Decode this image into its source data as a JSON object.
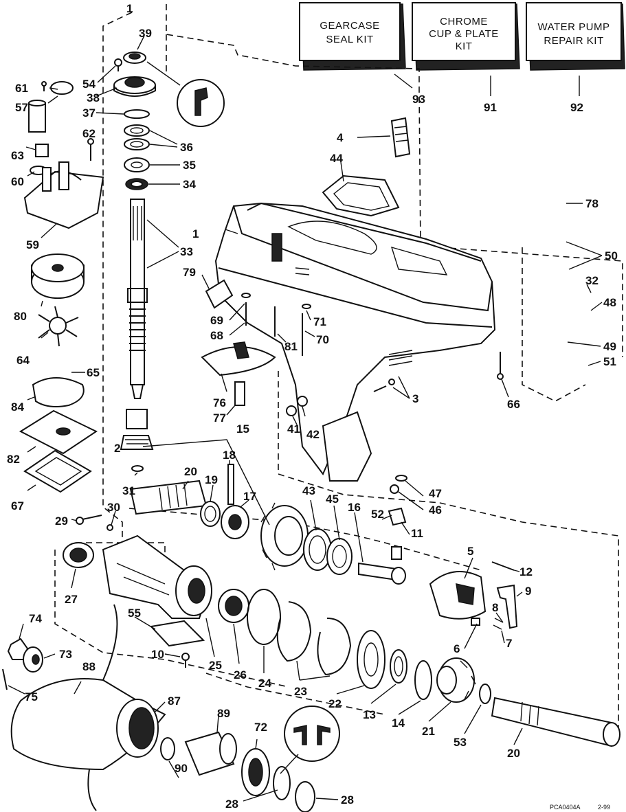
{
  "kits": [
    {
      "id": "gearcase-seal-kit",
      "lines": [
        "GEARCASE",
        "SEAL KIT"
      ],
      "number": "93"
    },
    {
      "id": "chrome-cup-plate-kit",
      "lines": [
        "CHROME",
        "CUP & PLATE",
        "KIT"
      ],
      "number": "91"
    },
    {
      "id": "water-pump-repair-kit",
      "lines": [
        "WATER PUMP",
        "REPAIR KIT"
      ],
      "number": "92"
    }
  ],
  "callouts": {
    "c1a": "1",
    "c1b": "1",
    "c2": "2",
    "c3": "3",
    "c4": "4",
    "c5": "5",
    "c6": "6",
    "c7": "7",
    "c8": "8",
    "c9": "9",
    "c10": "10",
    "c11": "11",
    "c12": "12",
    "c13": "13",
    "c14": "14",
    "c15": "15",
    "c16": "16",
    "c17": "17",
    "c18": "18",
    "c19": "19",
    "c20a": "20",
    "c20b": "20",
    "c21": "21",
    "c22": "22",
    "c23": "23",
    "c24": "24",
    "c25": "25",
    "c26": "26",
    "c27": "27",
    "c28a": "28",
    "c28b": "28",
    "c29": "29",
    "c30": "30",
    "c31": "31",
    "c32": "32",
    "c33": "33",
    "c34": "34",
    "c35": "35",
    "c36": "36",
    "c37": "37",
    "c38": "38",
    "c39": "39",
    "c41": "41",
    "c42": "42",
    "c43": "43",
    "c44": "44",
    "c45": "45",
    "c46": "46",
    "c47": "47",
    "c48": "48",
    "c49": "49",
    "c50": "50",
    "c51": "51",
    "c52": "52",
    "c53": "53",
    "c54": "54",
    "c55": "55",
    "c57": "57",
    "c59": "59",
    "c60": "60",
    "c61": "61",
    "c62": "62",
    "c63": "63",
    "c64": "64",
    "c65": "65",
    "c66": "66",
    "c67": "67",
    "c68": "68",
    "c69": "69",
    "c70": "70",
    "c71": "71",
    "c72": "72",
    "c73": "73",
    "c74": "74",
    "c75": "75",
    "c76": "76",
    "c77": "77",
    "c78": "78",
    "c79": "79",
    "c80": "80",
    "c81": "81",
    "c82": "82",
    "c84": "84",
    "c87": "87",
    "c88": "88",
    "c89": "89",
    "c90": "90"
  },
  "drawing_code": "PCA0404A",
  "drawing_date": "2-99"
}
